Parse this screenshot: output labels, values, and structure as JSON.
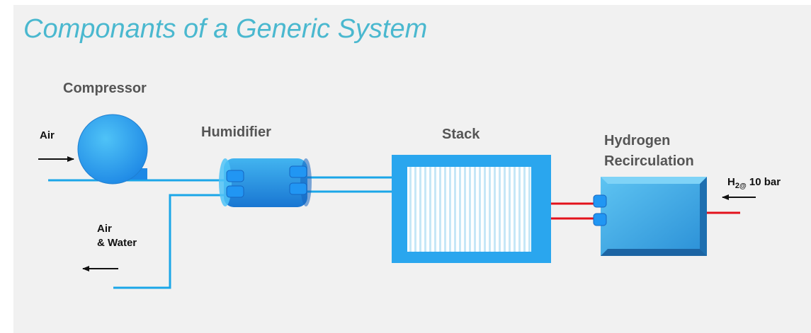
{
  "title": "Componants of a Generic System",
  "labels": {
    "compressor": "Compressor",
    "humidifier": "Humidifier",
    "stack": "Stack",
    "hydrogen_line1": "Hydrogen",
    "hydrogen_line2": "Recirculation",
    "air_in": "Air",
    "air_out_line1": "Air",
    "air_out_line2": "& Water",
    "h2_symbol": "H",
    "h2_subscript": "2",
    "h2_at": "@",
    "h2_pressure": "10 bar"
  },
  "colors": {
    "title": "#4ab8cf",
    "pipe_blue": "#1ba6e8",
    "pipe_red": "#e3121c",
    "component_blue": "#2196e0",
    "background": "#f1f1f1",
    "label_gray": "#555555"
  },
  "icons": {
    "compressor": "compressor-icon",
    "humidifier": "humidifier-icon",
    "stack": "fuel-cell-stack-icon",
    "hydrogen_recirculation": "recirculation-box-icon",
    "arrows": "flow-arrow-icon"
  }
}
